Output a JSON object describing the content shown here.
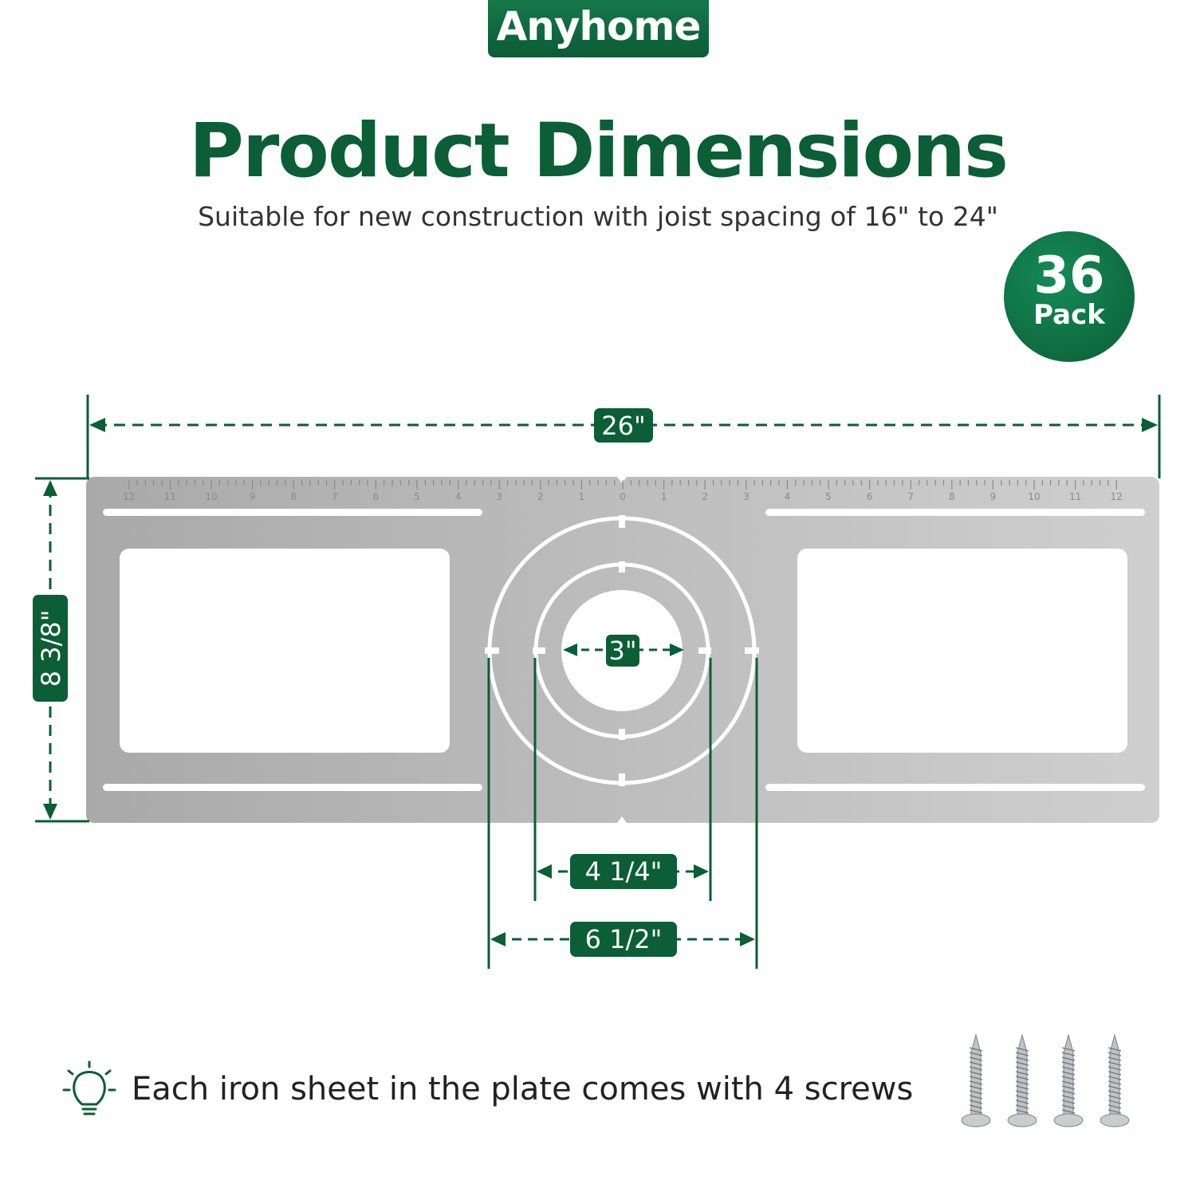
{
  "brand": {
    "name": "Anyhome"
  },
  "heading": {
    "title": "Product Dimensions",
    "subtitle": "Suitable for new construction with joist spacing of 16\" to 24\""
  },
  "badge": {
    "count": "36",
    "unit": "Pack"
  },
  "dimensions": {
    "width": "26\"",
    "height": "8 3/8\"",
    "inner_hole": "3\"",
    "middle_ring": "4 1/4\"",
    "outer_ring": "6 1/2\""
  },
  "ruler": {
    "ticks": [
      "12",
      "11",
      "10",
      "9",
      "8",
      "7",
      "6",
      "5",
      "4",
      "3",
      "2",
      "1",
      "0",
      "1",
      "2",
      "3",
      "4",
      "5",
      "6",
      "7",
      "8",
      "9",
      "10",
      "11",
      "12"
    ]
  },
  "tip": {
    "icon": "lightbulb-icon",
    "text": "Each iron sheet in the plate comes with 4 screws"
  },
  "screws": {
    "count": 4,
    "icon": "screw-icon"
  },
  "colors": {
    "brand_green": "#0b5e35",
    "plate_silver": "#b5b5b5"
  }
}
